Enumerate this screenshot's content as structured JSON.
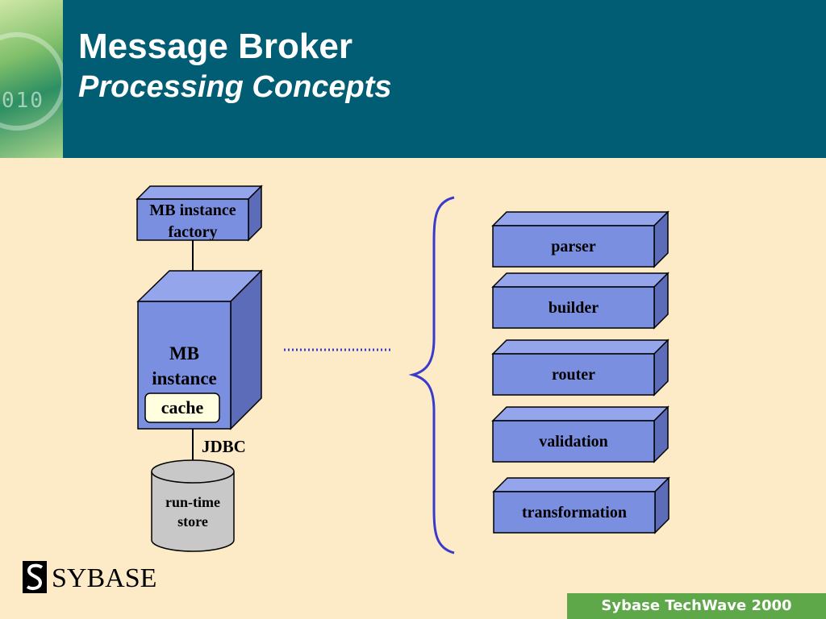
{
  "header": {
    "title": "Message Broker",
    "subtitle": "Processing Concepts"
  },
  "diagram": {
    "factory": "MB instance factory",
    "factory_line1": "MB instance",
    "factory_line2": "factory",
    "instance_line1": "MB",
    "instance_line2": "instance",
    "cache": "cache",
    "jdbc": "JDBC",
    "store_line1": "run-time",
    "store_line2": "store",
    "components": [
      "parser",
      "builder",
      "router",
      "validation",
      "transformation"
    ]
  },
  "colors": {
    "header_bg": "#005D73",
    "slide_bg": "#FDEBC8",
    "box_front": "#7B8FE0",
    "box_side": "#5C6CB8",
    "box_top": "#95A5EC",
    "cylinder": "#C8C8C8",
    "cache_bg": "#FFFFE0",
    "brace": "#3A3ACC",
    "footer_bg": "#5FA84A"
  },
  "logo": {
    "text": "SYBASE"
  },
  "footer": {
    "text": "Sybase TechWave 2000"
  }
}
